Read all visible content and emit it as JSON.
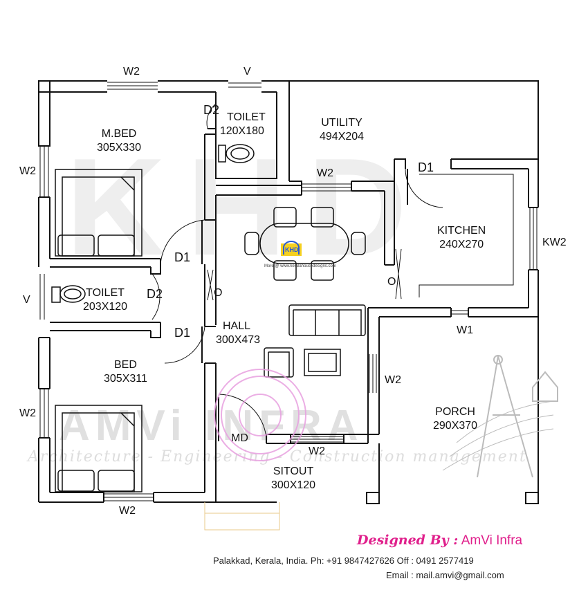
{
  "watermark": {
    "letters": "KHD",
    "brand": "AMVi INFRA",
    "tagline": "Architecture - Engineering - Construction management"
  },
  "logo": {
    "initials": "KHD",
    "caption": "More @ www.keralahousedesigns.com"
  },
  "rooms": {
    "master_bed": {
      "name": "M.BED",
      "size": "305X330"
    },
    "toilet_top": {
      "name": "TOILET",
      "size": "120X180"
    },
    "utility": {
      "name": "UTILITY",
      "size": "494X204"
    },
    "kitchen": {
      "name": "KITCHEN",
      "size": "240X270"
    },
    "toilet_mid": {
      "name": "TOILET",
      "size": "203X120"
    },
    "hall": {
      "name": "HALL",
      "size": "300X473"
    },
    "bed": {
      "name": "BED",
      "size": "305X311"
    },
    "porch": {
      "name": "PORCH",
      "size": "290X370"
    },
    "sitout": {
      "name": "SITOUT",
      "size": "300X120"
    }
  },
  "openings": {
    "w2": "W2",
    "v": "V",
    "d1": "D1",
    "d2": "D2",
    "o": "O",
    "kw2": "KW2",
    "w1": "W1",
    "md": "MD"
  },
  "footer": {
    "designed_by_prefix": "Designed By :",
    "designed_by_name": "AmVi Infra",
    "address_line": "Palakkad, Kerala, India.  Ph: +91 9847427626 Off : 0491 2577419",
    "email_line": "Email : mail.amvi@gmail.com"
  },
  "colors": {
    "wall": "#111111",
    "designed_by": "#e0208c",
    "stamp": "#e8a0e0"
  }
}
